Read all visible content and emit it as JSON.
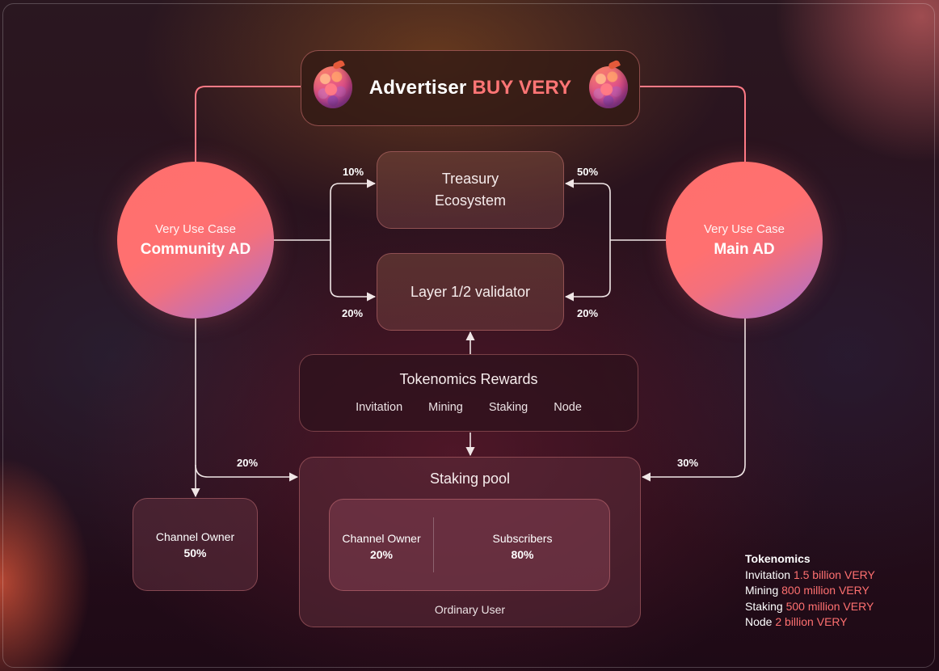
{
  "header": {
    "title_prefix": "Advertiser",
    "title_accent": "BUY VERY"
  },
  "colors": {
    "accent": "#ff7070",
    "line_pink": "#ff7a86",
    "line_white": "#f0e6e6"
  },
  "left_circle": {
    "caption": "Very Use Case",
    "name": "Community AD"
  },
  "right_circle": {
    "caption": "Very Use Case",
    "name": "Main AD"
  },
  "treasury": {
    "line1": "Treasury",
    "line2": "Ecosystem"
  },
  "validator": {
    "label": "Layer 1/2 validator"
  },
  "rewards": {
    "title": "Tokenomics Rewards",
    "items": [
      "Invitation",
      "Mining",
      "Staking",
      "Node"
    ]
  },
  "staking_pool": {
    "title": "Staking pool",
    "channel_owner": {
      "label": "Channel Owner",
      "pct": "20%"
    },
    "subscribers": {
      "label": "Subscribers",
      "pct": "80%"
    },
    "footer": "Ordinary User"
  },
  "channel_owner": {
    "label": "Channel Owner",
    "pct": "50%"
  },
  "percentages": {
    "left_treasury": "10%",
    "left_validator": "20%",
    "right_treasury": "50%",
    "right_validator": "20%",
    "left_staking": "20%",
    "right_staking": "30%"
  },
  "tokenomics": {
    "title": "Tokenomics",
    "rows": [
      {
        "name": "Invitation",
        "value": "1.5 billion VERY"
      },
      {
        "name": "Mining",
        "value": "800 million VERY"
      },
      {
        "name": "Staking",
        "value": "500 million VERY"
      },
      {
        "name": "Node",
        "value": "2 billion VERY"
      }
    ]
  }
}
